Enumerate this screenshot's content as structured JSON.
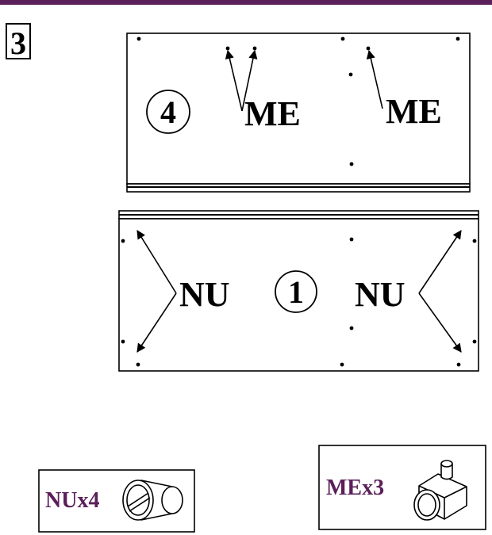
{
  "step_number": "3",
  "panel_top": {
    "number": "4",
    "callout_left": "ME",
    "callout_right": "ME"
  },
  "panel_bottom": {
    "number": "1",
    "callout_left": "NU",
    "callout_right": "NU"
  },
  "parts": [
    {
      "label": "NUx4",
      "icon": "cam-nut-icon"
    },
    {
      "label": "MEx3",
      "icon": "cam-bolt-icon"
    }
  ],
  "colors": {
    "accent": "#5b1f5a",
    "label_text": "#5b1f5a",
    "line": "#000000"
  }
}
